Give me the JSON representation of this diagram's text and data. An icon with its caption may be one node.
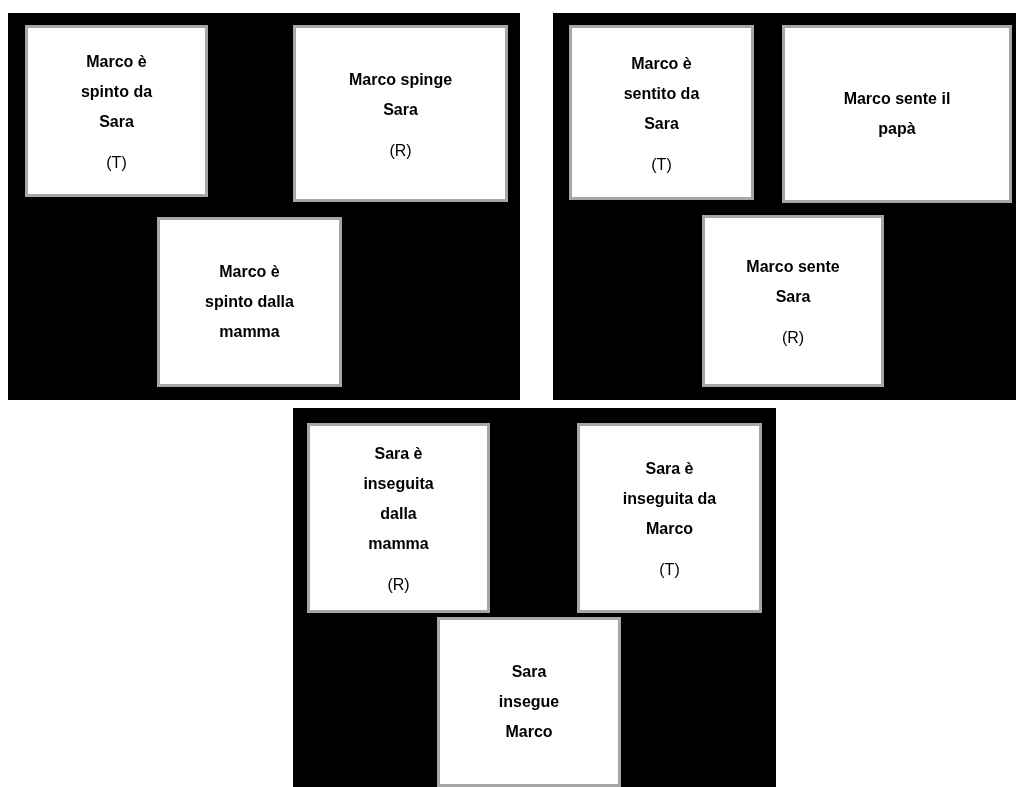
{
  "diagram": {
    "nodes": [
      {
        "text": [],
        "shape": "box"
      },
      {
        "text": [
          "Marco è spinto da Sara",
          "(T)"
        ],
        "in": 0
      },
      {
        "text": [
          "Marco spinge Sara",
          "(R)"
        ],
        "in": 0
      },
      {
        "text": [
          "Marco è spinto dalla mamma"
        ],
        "in": 0
      },
      {
        "text": [],
        "shape": "box"
      },
      {
        "text": [
          "Marco è sentito da Sara",
          "(T)"
        ],
        "in": 4
      },
      {
        "text": [
          "Marco sente il papà"
        ],
        "in": 4
      },
      {
        "text": [
          "Marco sente Sara",
          "(R)"
        ],
        "in": 4
      },
      {
        "text": [],
        "shape": "box"
      },
      {
        "text": [
          "Sara è inseguita dalla mamma",
          "(R)"
        ],
        "in": 8
      },
      {
        "text": [
          "Sara è inseguita da Marco",
          "(T)"
        ],
        "in": 8
      },
      {
        "text": [
          "Sara insegue Marco"
        ],
        "in": 8
      }
    ]
  }
}
